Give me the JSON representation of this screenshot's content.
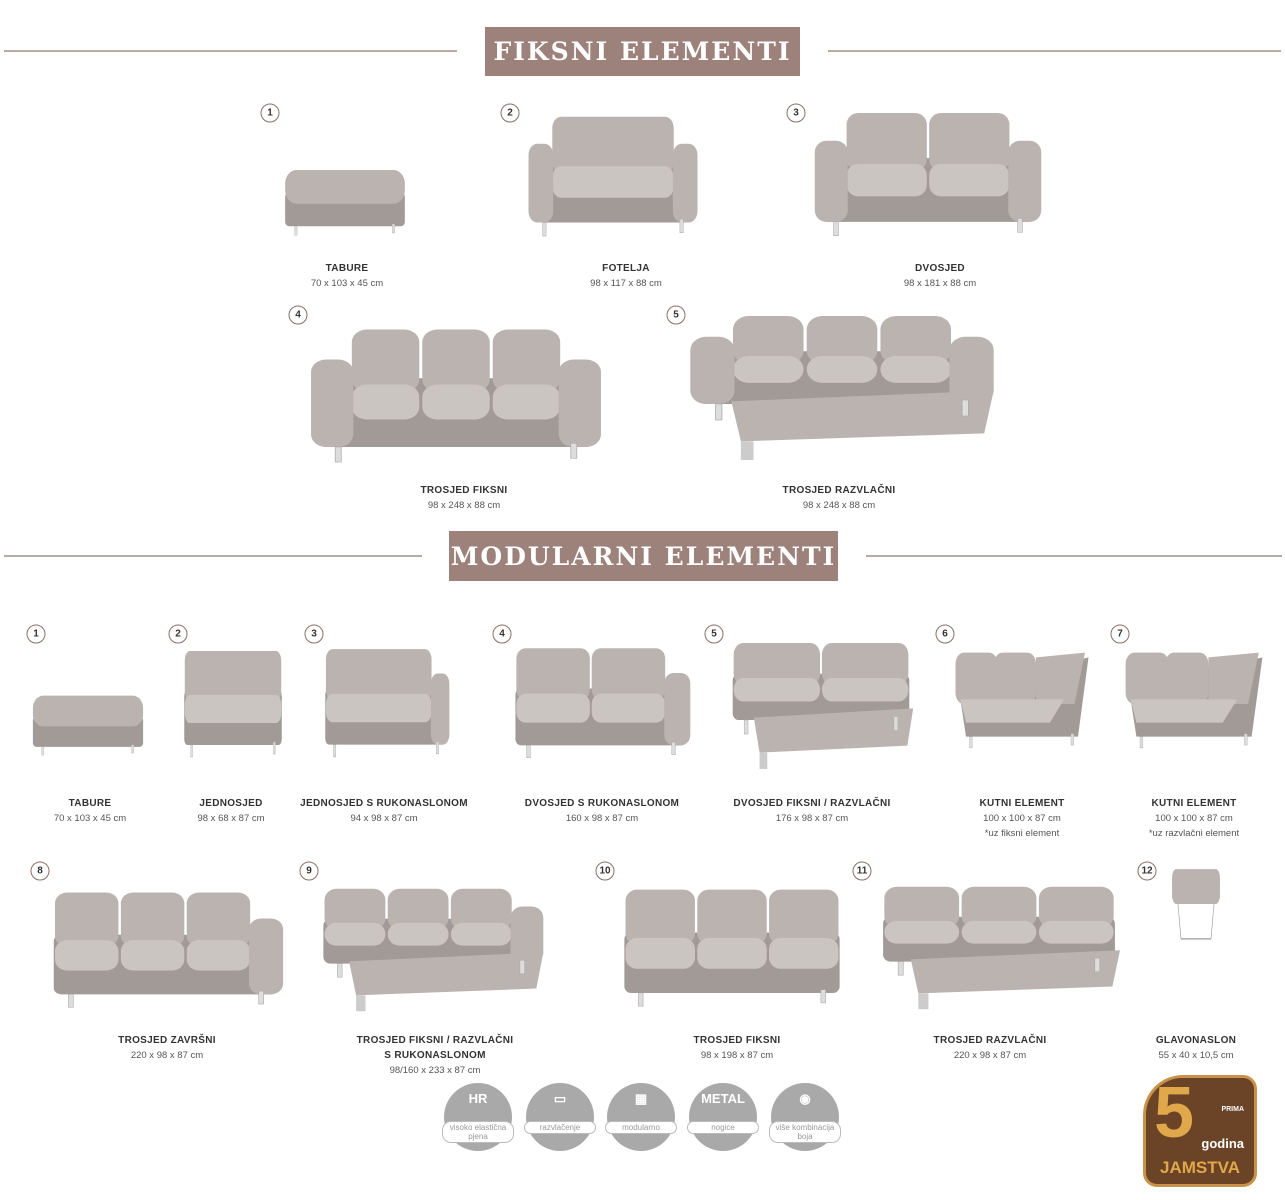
{
  "fixed": {
    "title": "FIKSNI ELEMENTI",
    "items": [
      {
        "n": "1",
        "title": "TABURE",
        "dims": "70 x 103 x 45 cm"
      },
      {
        "n": "2",
        "title": "FOTELJA",
        "dims": "98 x 117 x 88 cm"
      },
      {
        "n": "3",
        "title": "DVOSJED",
        "dims": "98 x 181 x 88 cm"
      },
      {
        "n": "4",
        "title": "TROSJED FIKSNI",
        "dims": "98 x 248 x 88 cm"
      },
      {
        "n": "5",
        "title": "TROSJED RAZVLAČNI",
        "dims": "98 x 248 x 88 cm"
      }
    ]
  },
  "modular": {
    "title": "MODULARNI ELEMENTI",
    "items": [
      {
        "n": "1",
        "title": "TABURE",
        "dims": "70 x 103 x 45 cm"
      },
      {
        "n": "2",
        "title": "JEDNOSJED",
        "dims": "98 x 68 x 87 cm"
      },
      {
        "n": "3",
        "title": "JEDNOSJED S RUKONASLONOM",
        "dims": "94 x 98 x 87 cm"
      },
      {
        "n": "4",
        "title": "DVOSJED S RUKONASLONOM",
        "dims": "160 x 98 x 87 cm"
      },
      {
        "n": "5",
        "title": "DVOSJED FIKSNI / RAZVLAČNI",
        "dims": "176 x 98 x 87 cm"
      },
      {
        "n": "6",
        "title": "KUTNI ELEMENT",
        "dims": "100  x 100 x 87 cm",
        "note": "*uz fiksni element"
      },
      {
        "n": "7",
        "title": "KUTNI ELEMENT",
        "dims": "100  x 100 x 87 cm",
        "note": "*uz razvlačni element"
      },
      {
        "n": "8",
        "title": "TROSJED ZAVRŠNI",
        "dims": "220 x 98 x 87 cm"
      },
      {
        "n": "9",
        "title": "TROSJED FIKSNI / RAZVLAČNI",
        "title2": "S RUKONASLONOM",
        "dims": "98/160 x 233 x 87 cm"
      },
      {
        "n": "10",
        "title": "TROSJED FIKSNI",
        "dims": "98 x 198 x 87 cm"
      },
      {
        "n": "11",
        "title": "TROSJED RAZVLAČNI",
        "dims": "220 x 98 x 87 cm"
      },
      {
        "n": "12",
        "title": "GLAVONASLON",
        "dims": "55  x 40 x 10,5 cm"
      }
    ]
  },
  "features": [
    {
      "icon": "HR",
      "label": "visoko elastična pjena"
    },
    {
      "icon": "▭",
      "label": "razvlačenje"
    },
    {
      "icon": "▦",
      "label": "modularno"
    },
    {
      "icon": "METAL",
      "label": "nogice"
    },
    {
      "icon": "◉",
      "label": "više kombinacija boja"
    }
  ],
  "badge": {
    "number": "5",
    "brand": "PRIMA",
    "line1": "godina",
    "line2": "JAMSTVA"
  },
  "colors": {
    "header": "#9c827a",
    "fabric": "#b9b2ae",
    "badge": "#6b4427",
    "gold": "#e0a84a"
  }
}
